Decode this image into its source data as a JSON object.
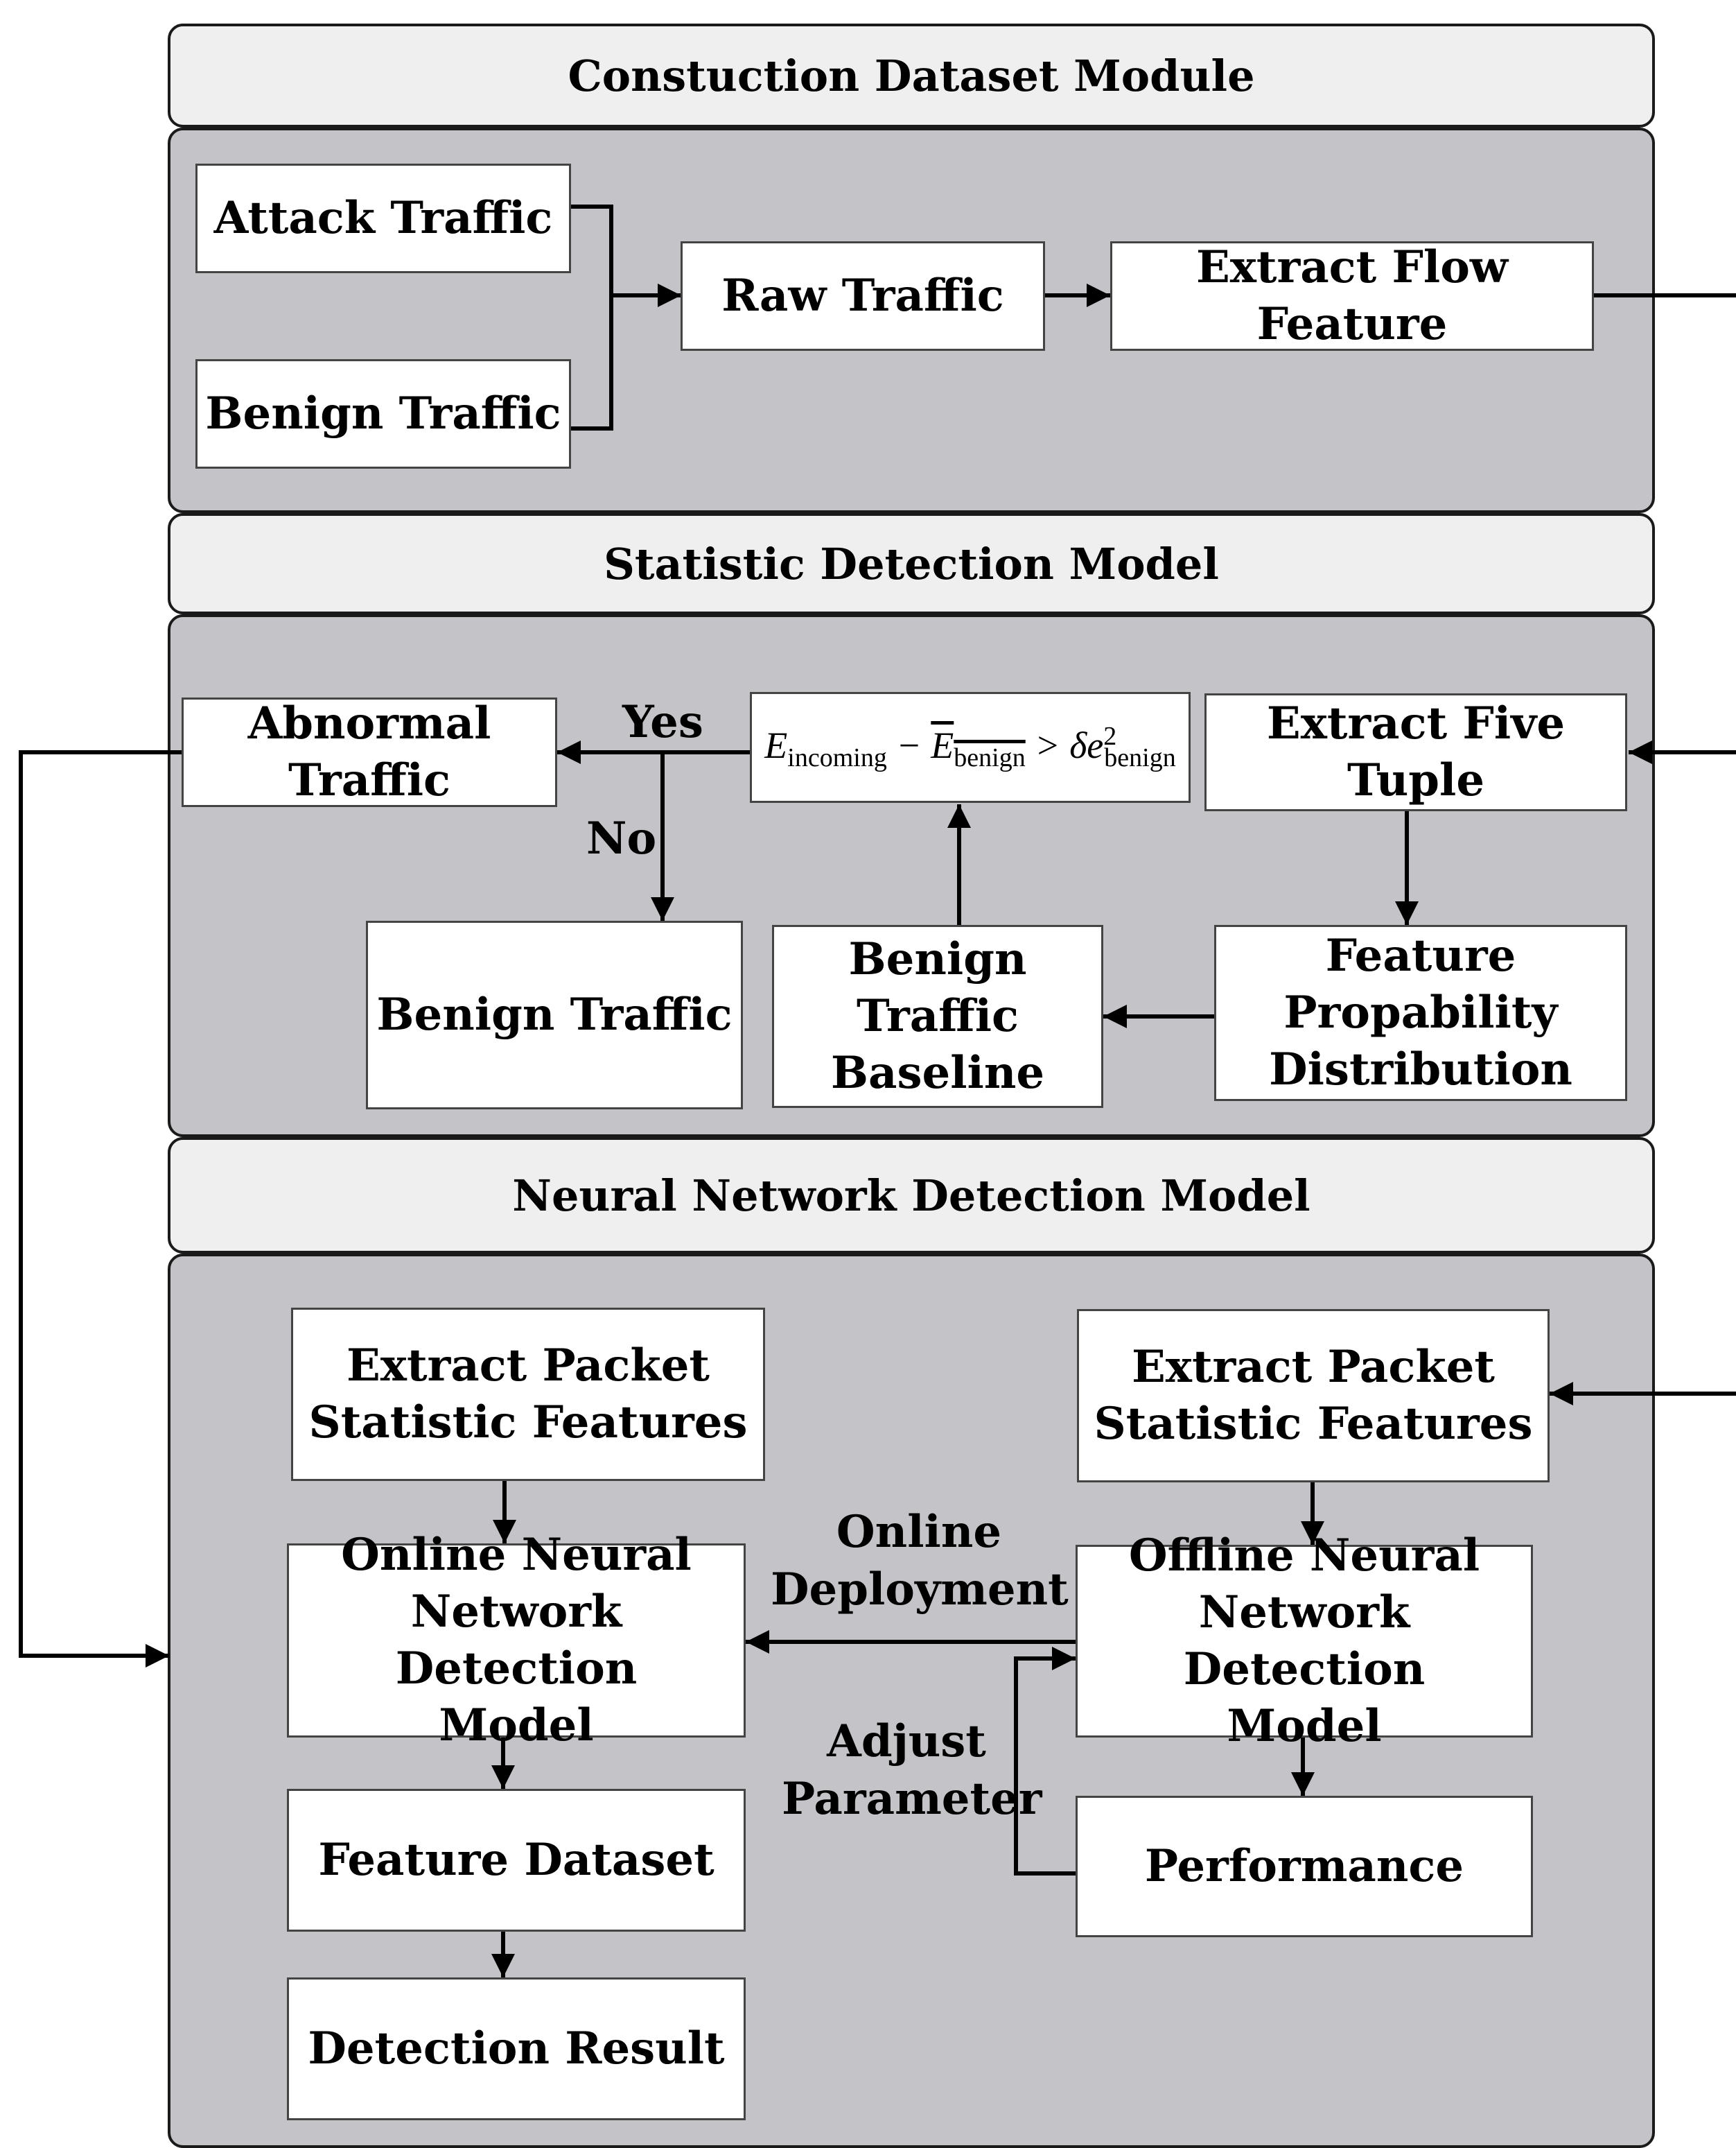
{
  "sections": {
    "dataset_header": "Constuction Dataset Module",
    "statistic_header": "Statistic Detection Model",
    "neural_header": "Neural Network Detection Model"
  },
  "dataset": {
    "attack_traffic": "Attack Traffic",
    "benign_traffic": "Benign Traffic",
    "raw_traffic": "Raw Traffic",
    "extract_flow_feature": "Extract Flow Feature"
  },
  "statistic": {
    "abnormal_traffic": "Abnormal\nTraffic",
    "yes_label": "Yes",
    "no_label": "No",
    "formula": {
      "E": "E",
      "incoming": "incoming",
      "minus": " − ",
      "E_bar": "E",
      "benign": "benign",
      "gt": " > ",
      "delta_e": "δe",
      "sq": "2",
      "benign2": "benign"
    },
    "extract_five_tuple": "Extract Five\nTuple",
    "benign_traffic": "Benign Traffic",
    "benign_baseline": "Benign\nTraffic\nBaseline",
    "feature_distribution": "Feature\nPropability\nDistribution"
  },
  "neural": {
    "extract_packet_left": "Extract Packet\nStatistic Features",
    "extract_packet_right": "Extract Packet\nStatistic Features",
    "online_model": "Online Neural\nNetwork Detection\nModel",
    "offline_model": "Offline Neural\nNetwork Detection\nModel",
    "online_deployment": "Online\nDeployment",
    "adjust_parameter": "Adjust\nParameter",
    "feature_dataset": "Feature Dataset",
    "performance": "Performance",
    "detection_result": "Detection Result"
  }
}
